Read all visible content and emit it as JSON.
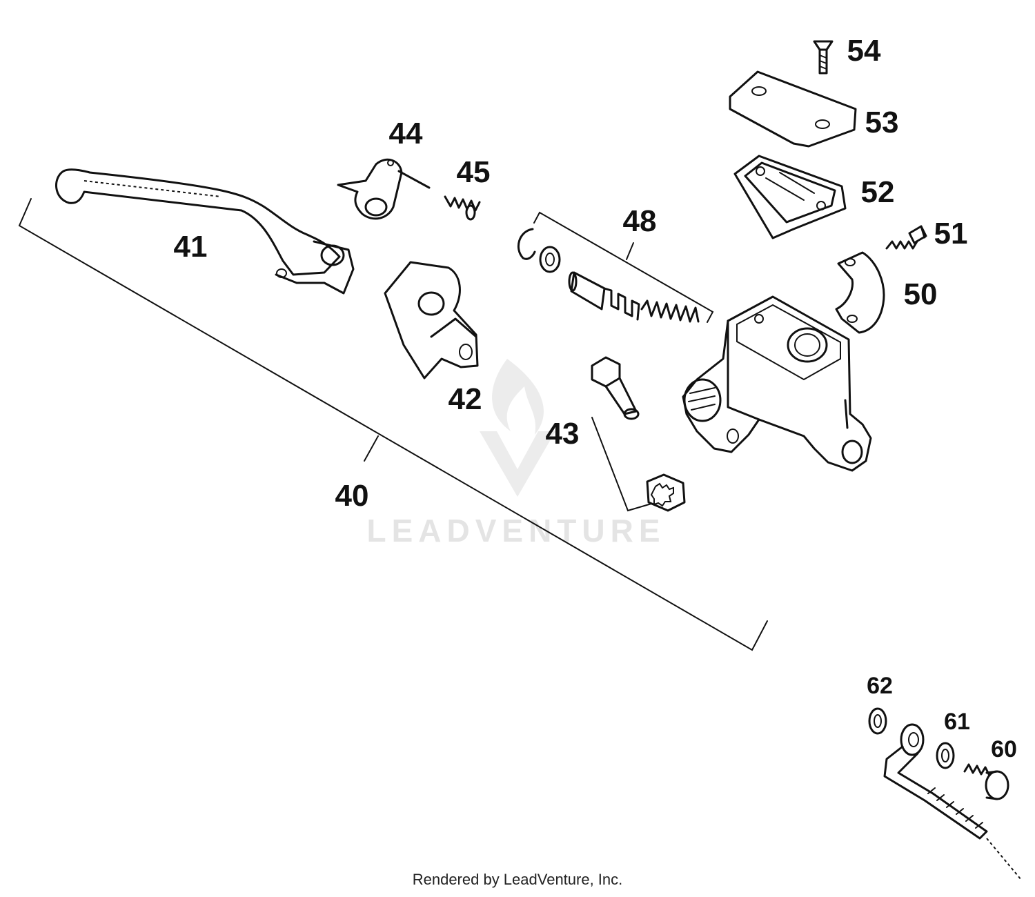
{
  "diagram": {
    "labels": {
      "p40": "40",
      "p41": "41",
      "p42": "42",
      "p43": "43",
      "p44": "44",
      "p45": "45",
      "p48": "48",
      "p50": "50",
      "p51": "51",
      "p52": "52",
      "p53": "53",
      "p54": "54",
      "p60": "60",
      "p61": "61",
      "p62": "62"
    },
    "watermark": "LEADVENTURE"
  },
  "footer": {
    "text": "Rendered by LeadVenture, Inc."
  }
}
